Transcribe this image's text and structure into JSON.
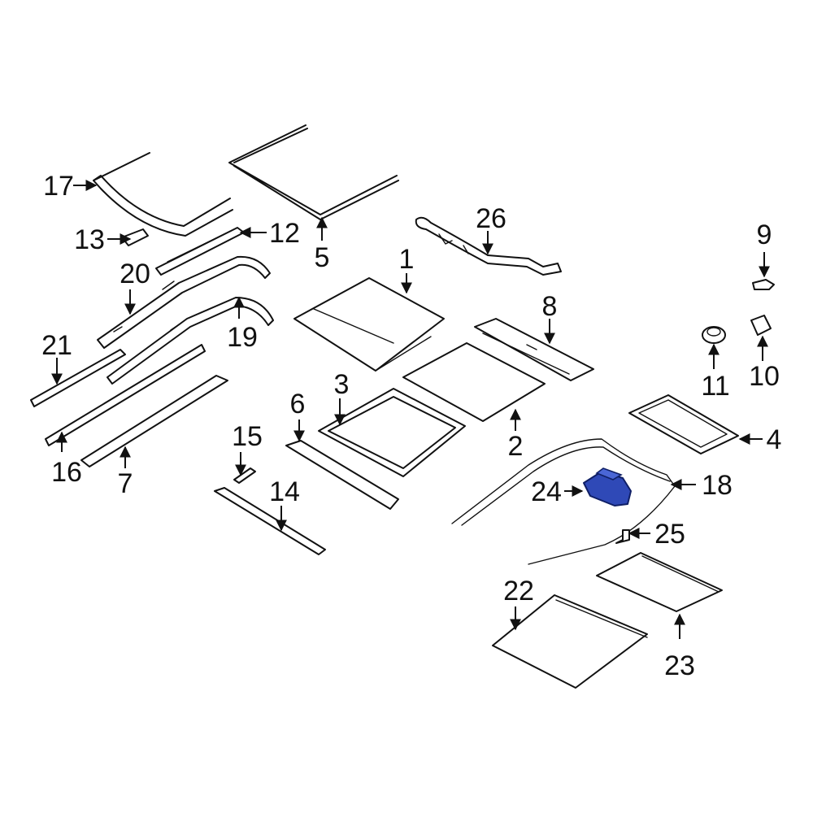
{
  "callouts": [
    "1",
    "2",
    "3",
    "4",
    "5",
    "6",
    "7",
    "8",
    "9",
    "10",
    "11",
    "12",
    "13",
    "14",
    "15",
    "16",
    "17",
    "18",
    "19",
    "20",
    "21",
    "22",
    "23",
    "24",
    "25",
    "26"
  ],
  "highlight_color": "#2f49b7",
  "line_color": "#111111",
  "background_color": "#ffffff"
}
